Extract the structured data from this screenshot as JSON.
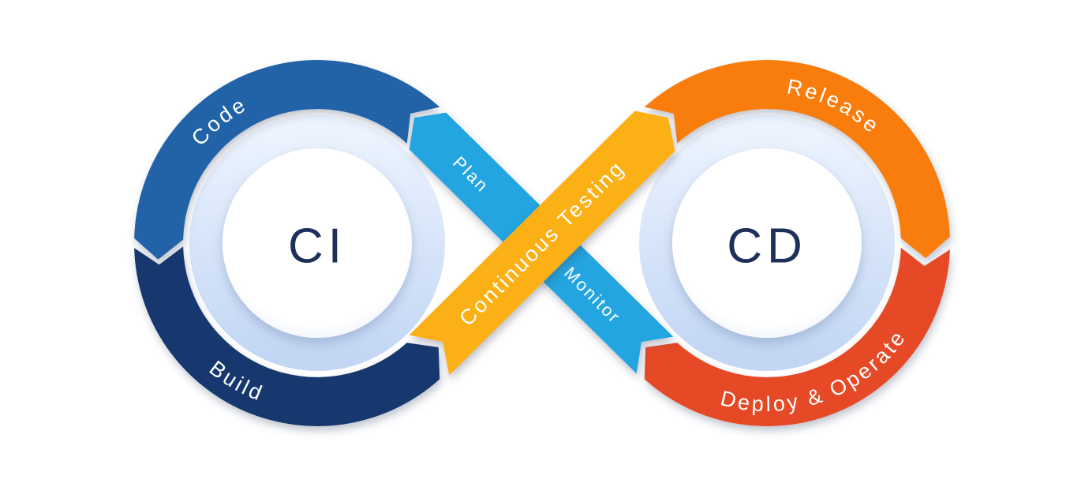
{
  "diagram": {
    "type": "cicd-infinity-loop",
    "left_loop": {
      "center_label": "CI",
      "top_stage": "Code",
      "bottom_stage": "Build"
    },
    "right_loop": {
      "center_label": "CD",
      "top_stage": "Release",
      "bottom_stage": "Deploy & Operate"
    },
    "cross_ribbons": {
      "plan": "Plan",
      "monitor": "Monitor",
      "testing": "Continuous Testing"
    },
    "colors": {
      "code_blue": "#2264a8",
      "build_navy": "#16386e",
      "release_orange": "#f87d0f",
      "deploy_red": "#e64a28",
      "ribbon_cyan": "#22a5e0",
      "ribbon_yellow": "#fbb018",
      "inner_ring_light": "#e9f1fd",
      "inner_ring_dark": "#c3d7f4",
      "center_text": "#1e2f5a",
      "label_text": "#ffffff",
      "background": "#ffffff"
    }
  }
}
